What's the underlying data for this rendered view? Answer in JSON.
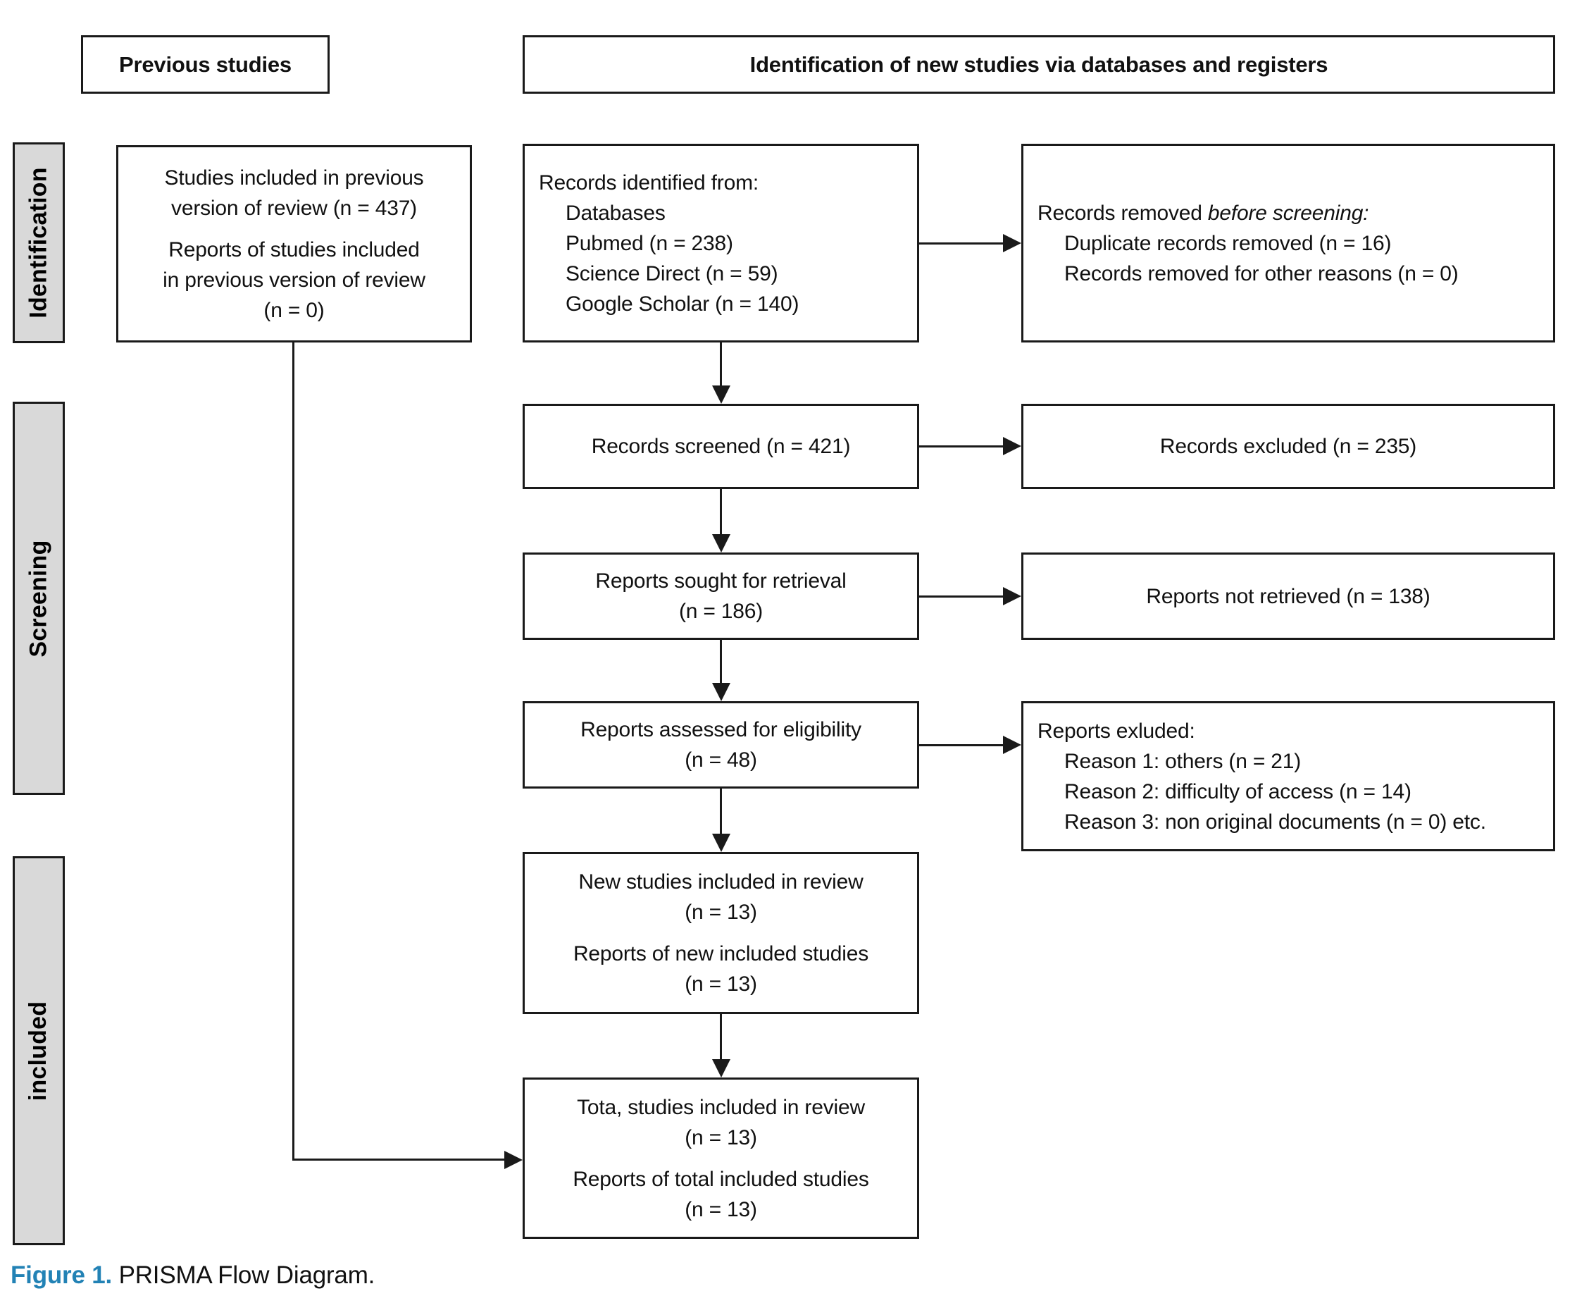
{
  "figure": {
    "caption_prefix": "Figure 1.",
    "caption_text": " PRISMA Flow Diagram."
  },
  "headers": {
    "previous": "Previous studies",
    "identification": "Identification of new studies via databases and registers"
  },
  "side_labels": {
    "identification": "Identification",
    "screening": "Screening",
    "included": "included"
  },
  "boxes": {
    "previous_studies": {
      "para1_lines": [
        "Studies included in previous",
        "version of review (n = 437)"
      ],
      "para2_lines": [
        "Reports of studies included",
        "in previous version of review",
        "(n = 0)"
      ]
    },
    "records_identified": {
      "title": "Records identified from:",
      "items": [
        "Databases",
        "Pubmed (n = 238)",
        "Science Direct (n = 59)",
        "Google Scholar (n = 140)"
      ]
    },
    "records_removed": {
      "title_prefix": "Records removed ",
      "title_italic": "before screening:",
      "items": [
        "Duplicate records removed (n = 16)",
        "Records removed for other reasons (n = 0)"
      ]
    },
    "records_screened": "Records screened (n = 421)",
    "records_excluded": "Records excluded (n = 235)",
    "reports_sought": {
      "line1": "Reports sought for retrieval",
      "line2": "(n = 186)"
    },
    "reports_not_retrieved": "Reports not retrieved (n = 138)",
    "reports_assessed": {
      "line1": "Reports assessed for eligibility",
      "line2": "(n = 48)"
    },
    "reports_excluded": {
      "title": "Reports exluded:",
      "items": [
        "Reason 1: others (n = 21)",
        "Reason 2: difficulty of access (n = 14)",
        "Reason 3: non original documents (n = 0) etc."
      ]
    },
    "new_studies": {
      "para1_lines": [
        "New studies included in review",
        "(n = 13)"
      ],
      "para2_lines": [
        "Reports of new included studies",
        "(n = 13)"
      ]
    },
    "total_studies": {
      "para1_lines": [
        "Tota, studies included in review",
        "(n = 13)"
      ],
      "para2_lines": [
        "Reports of total included studies",
        "(n = 13)"
      ]
    }
  },
  "colors": {
    "accent_blue": "#2282b5",
    "bar_fill": "#d9d9d9",
    "line": "#1a1a1a"
  }
}
